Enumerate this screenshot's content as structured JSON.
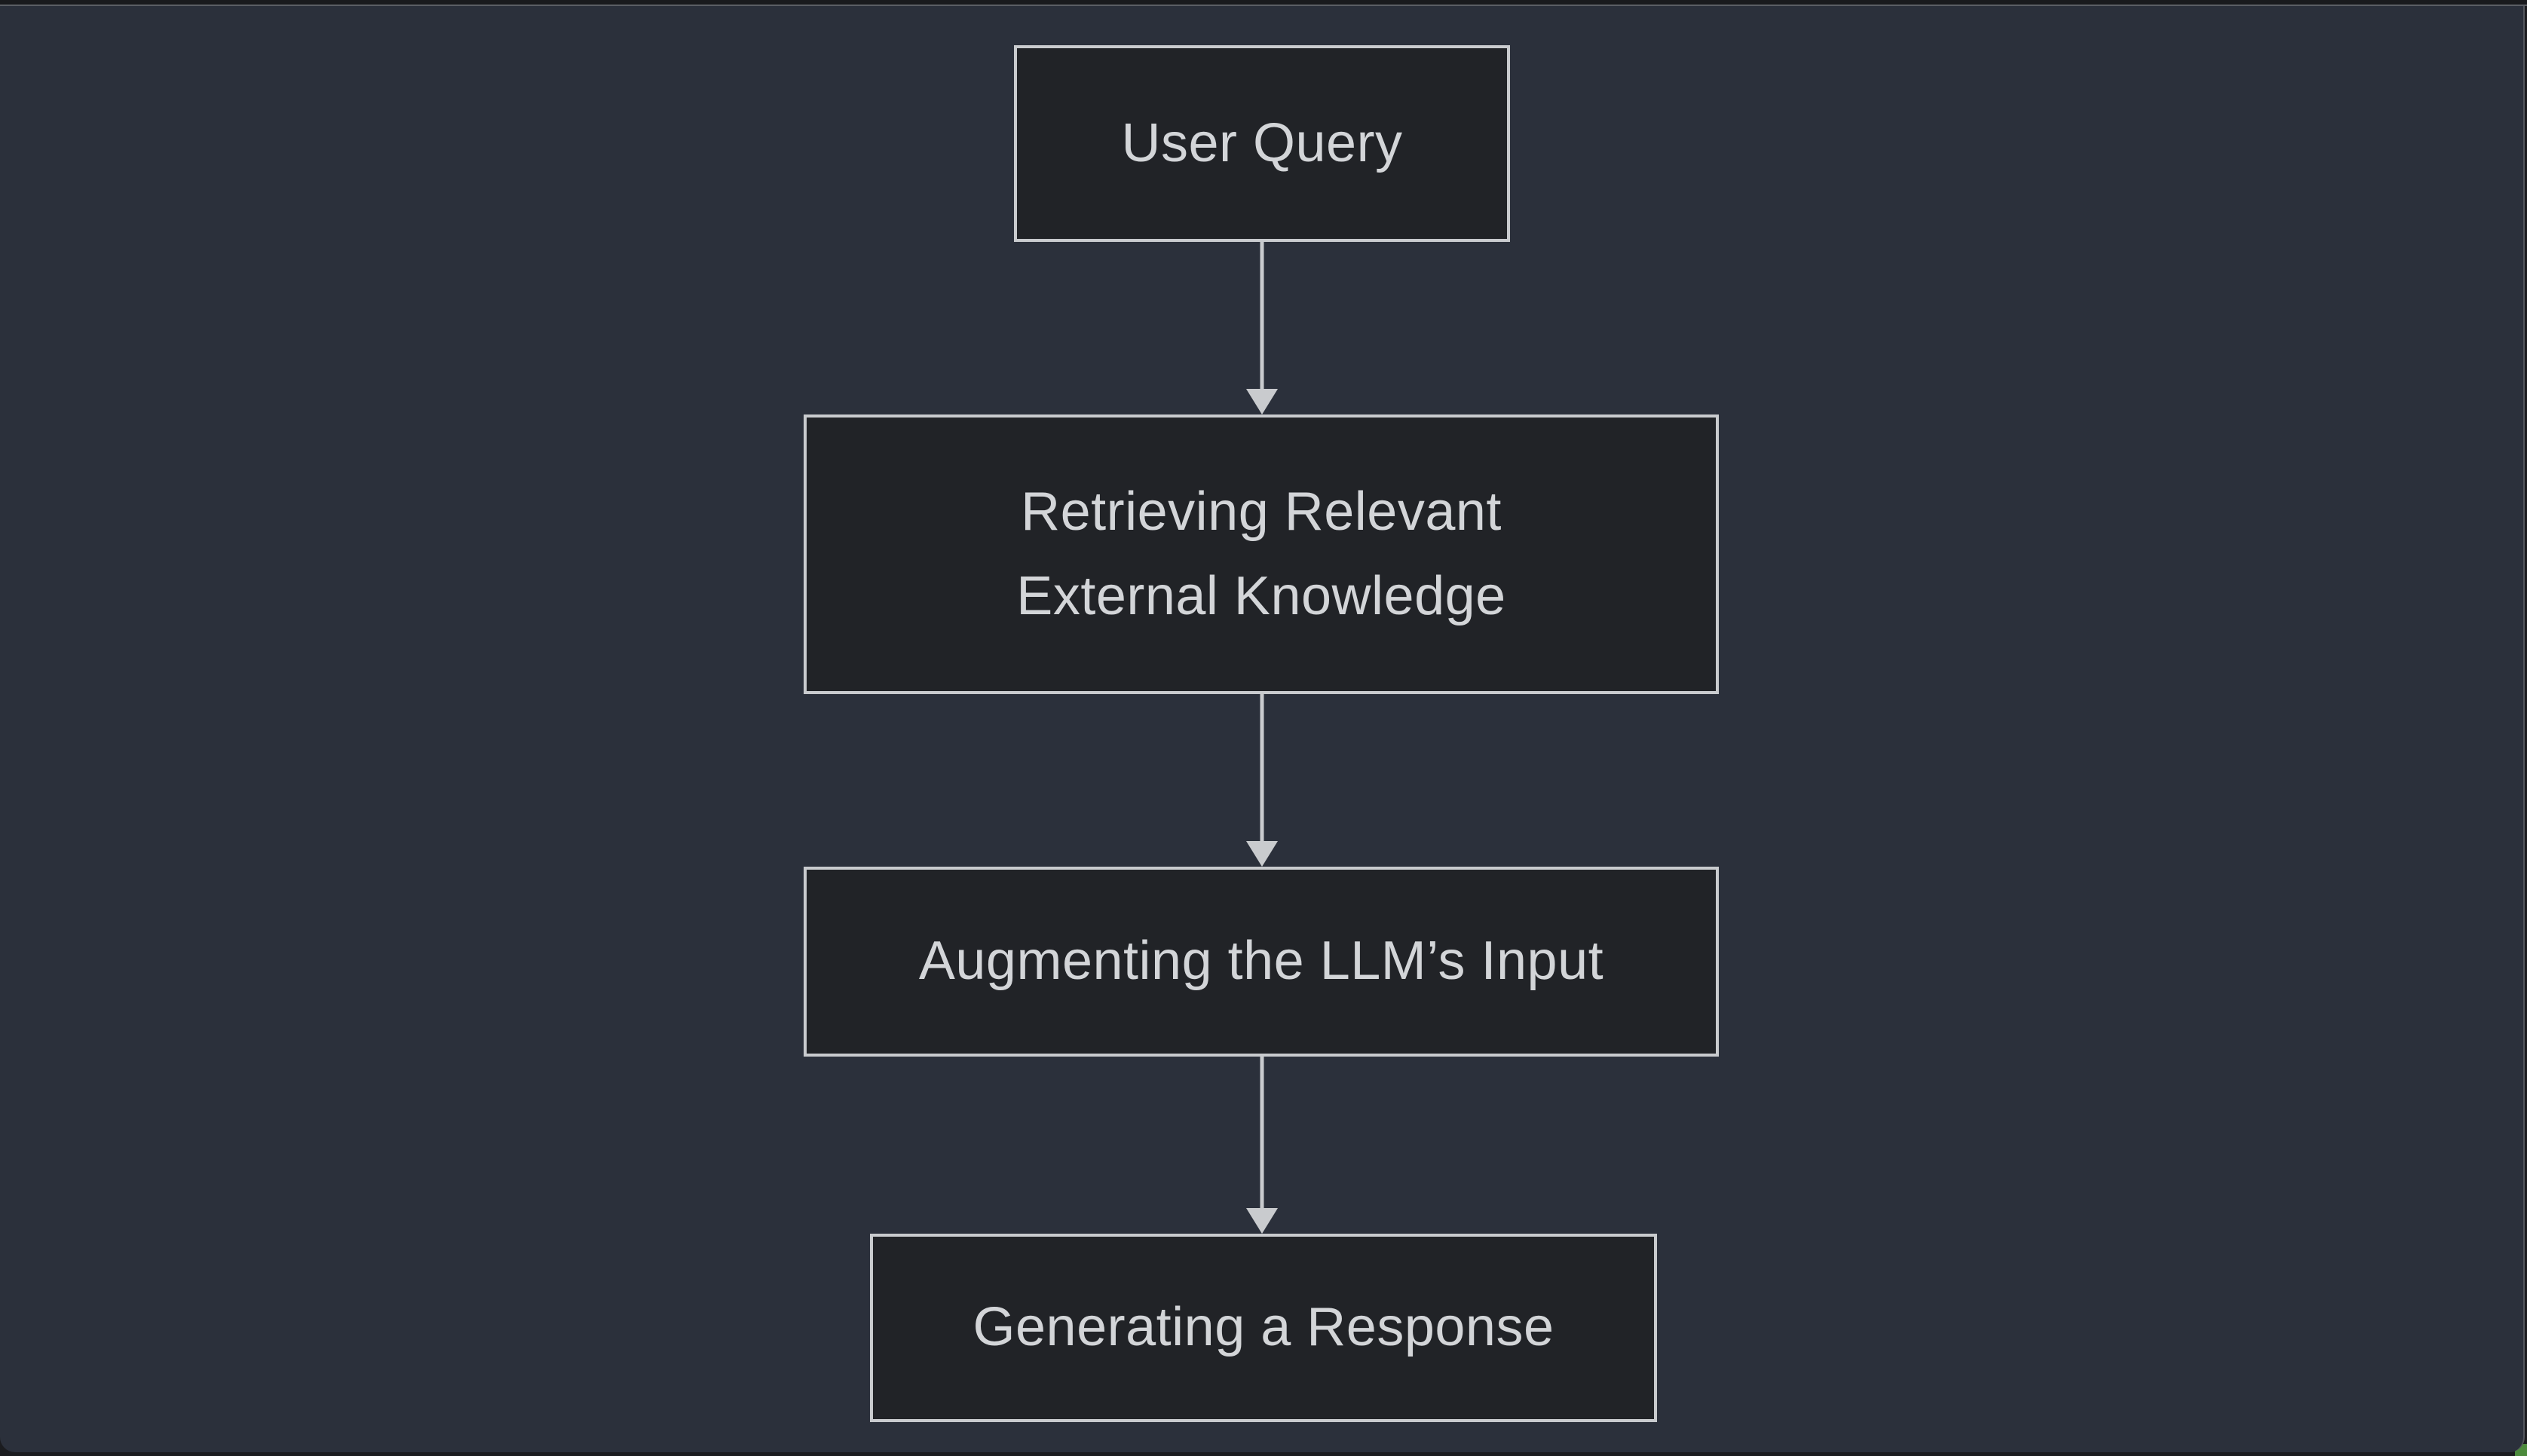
{
  "window": {
    "kind": "diagram-viewer",
    "top_strip_color": "#191a1d",
    "hairline_color": "#5b5e64",
    "canvas_background": "#2b303b",
    "desktop_corner_green": "#4c8a3c"
  },
  "colors": {
    "node_fill": "#212327",
    "node_border": "#c9cbce",
    "node_text": "#d3d5d8",
    "arrow": "#c9cbce"
  },
  "flowchart": {
    "direction": "top-down",
    "nodes": [
      {
        "id": "user-query",
        "shape": "rectangle",
        "lines": [
          "User Query"
        ]
      },
      {
        "id": "retrieving-relevant-external-knowledge",
        "shape": "rectangle",
        "lines": [
          "Retrieving Relevant",
          "External Knowledge"
        ]
      },
      {
        "id": "augmenting-the-llms-input",
        "shape": "rectangle",
        "lines": [
          "Augmenting the LLM’s Input"
        ]
      },
      {
        "id": "generating-a-response",
        "shape": "rectangle",
        "lines": [
          "Generating a Response"
        ]
      }
    ],
    "edges": [
      {
        "from": "user-query",
        "to": "retrieving-relevant-external-knowledge",
        "style": "straight-arrow-down"
      },
      {
        "from": "retrieving-relevant-external-knowledge",
        "to": "augmenting-the-llms-input",
        "style": "straight-arrow-down"
      },
      {
        "from": "augmenting-the-llms-input",
        "to": "generating-a-response",
        "style": "straight-arrow-down"
      }
    ]
  }
}
